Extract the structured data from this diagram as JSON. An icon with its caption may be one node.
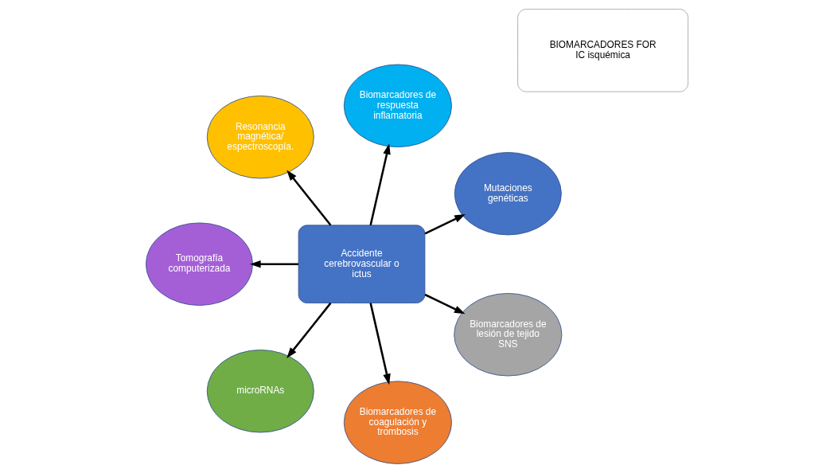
{
  "diagram": {
    "nodes": [
      {
        "text": [
          "BIOMARCADORES FOR IC isquémica"
        ]
      },
      {
        "text": [
          "Mutaciones genéticas"
        ]
      },
      {
        "text": [
          "Biomarcadores de respuesta inflamatoria"
        ]
      },
      {
        "text": [
          "Accidente cerebrovascular o ictus"
        ]
      },
      {
        "text": [
          "Resonancia magnética/ espectroscopía."
        ]
      },
      {
        "text": [
          "Tomografía computerizada"
        ]
      },
      {
        "text": [
          "microRNAs"
        ]
      },
      {
        "text": [
          "Biomarcadores de coagulación y trombosis"
        ]
      },
      {
        "text": [
          "Biomarcadores de lesión de tejido SNS"
        ]
      }
    ],
    "edges": [
      {
        "from": 3,
        "to": 1,
        "arrow": "to"
      },
      {
        "from": 3,
        "to": 2,
        "arrow": "to"
      },
      {
        "from": 3,
        "to": 4,
        "arrow": "to"
      },
      {
        "from": 3,
        "to": 5,
        "arrow": "to"
      },
      {
        "from": 3,
        "to": 6,
        "arrow": "to"
      },
      {
        "from": 3,
        "to": 7,
        "arrow": "to"
      },
      {
        "from": 3,
        "to": 8,
        "arrow": "to"
      }
    ]
  }
}
